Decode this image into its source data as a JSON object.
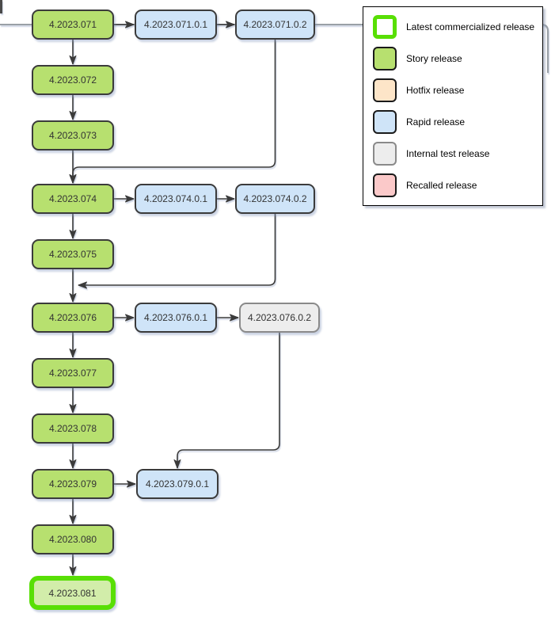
{
  "nodes": [
    {
      "label": "4.2023.071",
      "type": "story"
    },
    {
      "label": "4.2023.071.0.1",
      "type": "rapid"
    },
    {
      "label": "4.2023.071.0.2",
      "type": "rapid"
    },
    {
      "label": "4.2023.072",
      "type": "story"
    },
    {
      "label": "4.2023.073",
      "type": "story"
    },
    {
      "label": "4.2023.074",
      "type": "story"
    },
    {
      "label": "4.2023.074.0.1",
      "type": "rapid"
    },
    {
      "label": "4.2023.074.0.2",
      "type": "rapid"
    },
    {
      "label": "4.2023.075",
      "type": "story"
    },
    {
      "label": "4.2023.076",
      "type": "story"
    },
    {
      "label": "4.2023.076.0.1",
      "type": "rapid"
    },
    {
      "label": "4.2023.076.0.2",
      "type": "internal"
    },
    {
      "label": "4.2023.077",
      "type": "story"
    },
    {
      "label": "4.2023.078",
      "type": "story"
    },
    {
      "label": "4.2023.079",
      "type": "story"
    },
    {
      "label": "4.2023.079.0.1",
      "type": "rapid"
    },
    {
      "label": "4.2023.080",
      "type": "story"
    },
    {
      "label": "4.2023.081",
      "type": "latest-commercialized-story"
    }
  ],
  "edges": [
    {
      "from": "4.2023.071",
      "to": "4.2023.071.0.1"
    },
    {
      "from": "4.2023.071.0.1",
      "to": "4.2023.071.0.2"
    },
    {
      "from": "4.2023.071",
      "to": "4.2023.072"
    },
    {
      "from": "4.2023.072",
      "to": "4.2023.073"
    },
    {
      "from": "4.2023.073",
      "to": "4.2023.074"
    },
    {
      "from": "4.2023.071.0.2",
      "to": "4.2023.074"
    },
    {
      "from": "4.2023.074",
      "to": "4.2023.074.0.1"
    },
    {
      "from": "4.2023.074.0.1",
      "to": "4.2023.074.0.2"
    },
    {
      "from": "4.2023.074",
      "to": "4.2023.075"
    },
    {
      "from": "4.2023.075",
      "to": "4.2023.076"
    },
    {
      "from": "4.2023.074.0.2",
      "to": "4.2023.076"
    },
    {
      "from": "4.2023.076",
      "to": "4.2023.076.0.1"
    },
    {
      "from": "4.2023.076.0.1",
      "to": "4.2023.076.0.2"
    },
    {
      "from": "4.2023.076",
      "to": "4.2023.077"
    },
    {
      "from": "4.2023.077",
      "to": "4.2023.078"
    },
    {
      "from": "4.2023.078",
      "to": "4.2023.079"
    },
    {
      "from": "4.2023.079",
      "to": "4.2023.079.0.1"
    },
    {
      "from": "4.2023.076.0.2",
      "to": "4.2023.079.0.1"
    },
    {
      "from": "4.2023.079",
      "to": "4.2023.080"
    },
    {
      "from": "4.2023.080",
      "to": "4.2023.081"
    }
  ],
  "legend": {
    "items": [
      {
        "label": "Latest commercialized release",
        "type": "latest"
      },
      {
        "label": "Story release",
        "type": "story"
      },
      {
        "label": "Hotfix release",
        "type": "hotfix"
      },
      {
        "label": "Rapid release",
        "type": "rapid"
      },
      {
        "label": "Internal test release",
        "type": "internal"
      },
      {
        "label": "Recalled release",
        "type": "recalled"
      }
    ]
  },
  "palette": {
    "story_fill": "#b7e06f",
    "rapid_fill": "#cfe4f8",
    "internal_fill": "#ededed",
    "hotfix_fill": "#fde5c8",
    "recalled_fill": "#fbc9c9",
    "latest_fill": "#d2edaa",
    "latest_border": "#58df05",
    "node_border": "#3b3b3b",
    "internal_border": "#8a8a8a",
    "wire": "#3b3b3b",
    "lane": "#9aa0a6"
  }
}
